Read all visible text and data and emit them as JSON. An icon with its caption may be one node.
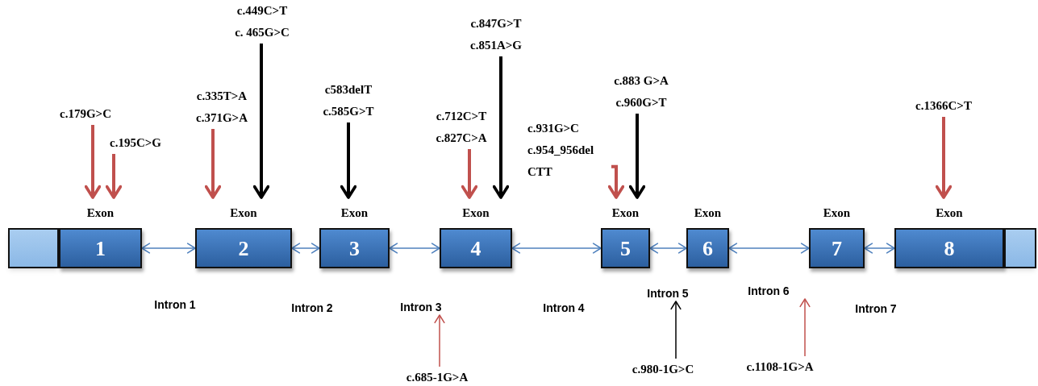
{
  "diagram": {
    "nodes": [
      {
        "text": [
          "c.179G>C"
        ]
      },
      {
        "text": [
          "c.195C>G"
        ]
      },
      {
        "text": [
          "c.335T>A",
          "c.371G>A"
        ]
      },
      {
        "text": [
          "c.449C>T",
          "c. 465G>C"
        ]
      },
      {
        "text": [
          "c583delT",
          "c.585G>T"
        ]
      },
      {
        "text": [
          "c.712C>T",
          "c.827C>A"
        ]
      },
      {
        "text": [
          "c.847G>T",
          "c.851A>G"
        ]
      },
      {
        "text": [
          "c.931G>C",
          "c.954_956del CTT"
        ]
      },
      {
        "text": [
          "c.883 G>A",
          "c.960G>T"
        ]
      },
      {
        "text": [
          "c.1366C>T"
        ]
      },
      {
        "text": [],
        "shape": "box"
      },
      {
        "text": [
          "Exon",
          "1"
        ]
      },
      {
        "text": [
          "Exon",
          "2"
        ]
      },
      {
        "text": [
          "Exon",
          "3"
        ]
      },
      {
        "text": [
          "Exon",
          "4"
        ]
      },
      {
        "text": [
          "Exon",
          "5"
        ]
      },
      {
        "text": [
          "Exon",
          "6"
        ]
      },
      {
        "text": [
          "Exon",
          "7"
        ]
      },
      {
        "text": [
          "Exon",
          "8"
        ]
      },
      {
        "text": [],
        "shape": "box"
      },
      {
        "text": [
          "Intron 1"
        ]
      },
      {
        "text": [
          "Intron 2"
        ]
      },
      {
        "text": [
          "Intron 3"
        ]
      },
      {
        "text": [
          "Intron 4"
        ]
      },
      {
        "text": [
          "Intron 5"
        ]
      },
      {
        "text": [
          "Intron 6"
        ]
      },
      {
        "text": [
          "Intron 7"
        ]
      },
      {
        "text": [
          "c.685-1G>A"
        ]
      },
      {
        "text": [
          "c.980-1G>C"
        ]
      },
      {
        "text": [
          "c.1108-1G>A"
        ]
      }
    ],
    "edges": [
      {
        "from": 0,
        "to": 11,
        "arrow": "to",
        "style": "thick",
        "color": "#c0504d"
      },
      {
        "from": 1,
        "to": 11,
        "arrow": "to",
        "style": "thick",
        "color": "#c0504d"
      },
      {
        "from": 2,
        "to": 12,
        "arrow": "to",
        "style": "thick",
        "color": "#c0504d"
      },
      {
        "from": 3,
        "to": 12,
        "arrow": "to",
        "style": "thick",
        "color": "#000000"
      },
      {
        "from": 4,
        "to": 13,
        "arrow": "to",
        "style": "thick",
        "color": "#000000"
      },
      {
        "from": 5,
        "to": 14,
        "arrow": "to",
        "style": "thick",
        "color": "#c0504d"
      },
      {
        "from": 6,
        "to": 14,
        "arrow": "to",
        "style": "thick",
        "color": "#000000"
      },
      {
        "from": 7,
        "to": 15,
        "arrow": "to",
        "style": "thick",
        "color": "#c0504d"
      },
      {
        "from": 8,
        "to": 15,
        "arrow": "to",
        "style": "thick",
        "color": "#000000"
      },
      {
        "from": 9,
        "to": 18,
        "arrow": "to",
        "style": "thick",
        "color": "#c0504d"
      },
      {
        "from": 11,
        "to": 12,
        "arrow": "both",
        "color": "#4f81bd"
      },
      {
        "from": 12,
        "to": 13,
        "arrow": "both",
        "color": "#4f81bd"
      },
      {
        "from": 13,
        "to": 14,
        "arrow": "both",
        "color": "#4f81bd"
      },
      {
        "from": 14,
        "to": 15,
        "arrow": "both",
        "color": "#4f81bd"
      },
      {
        "from": 15,
        "to": 16,
        "arrow": "both",
        "color": "#4f81bd"
      },
      {
        "from": 16,
        "to": 17,
        "arrow": "both",
        "color": "#4f81bd"
      },
      {
        "from": 17,
        "to": 18,
        "arrow": "both",
        "color": "#4f81bd"
      },
      {
        "from": 27,
        "to": 22,
        "arrow": "to",
        "color": "#c0504d"
      },
      {
        "from": 28,
        "to": 24,
        "arrow": "to",
        "color": "#000000"
      },
      {
        "from": 29,
        "to": 25,
        "arrow": "to",
        "color": "#c0504d"
      }
    ]
  }
}
